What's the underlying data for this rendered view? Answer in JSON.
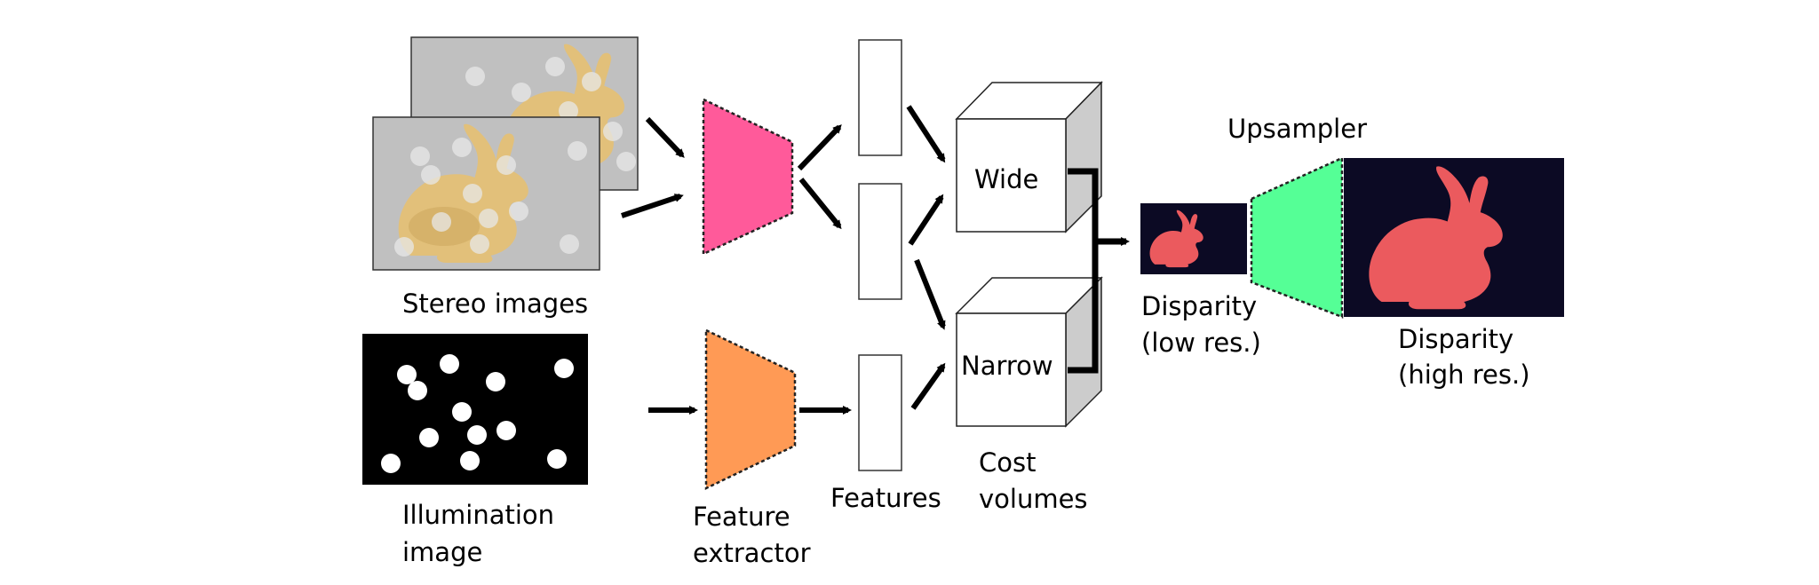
{
  "labels": {
    "stereo_images": "Stereo images",
    "illumination_line1": "Illumination",
    "illumination_line2": "image",
    "feature_extractor_line1": "Feature",
    "feature_extractor_line2": "extractor",
    "features": "Features",
    "cost_volumes_line1": "Cost",
    "cost_volumes_line2": "volumes",
    "wide": "Wide",
    "narrow": "Narrow",
    "upsampler": "Upsampler",
    "disparity_low_line1": "Disparity",
    "disparity_low_line2": "(low res.)",
    "disparity_high_line1": "Disparity",
    "disparity_high_line2": "(high res.)"
  },
  "colors": {
    "stereo_background": "#c0c0c0",
    "bunny_fill": "#e2c07a",
    "bunny_shadow": "#c9a35a",
    "dot_overlay": "#e8e8e8",
    "illumination_background": "#000000",
    "illumination_dot": "#ffffff",
    "extractor_top": "#ff5a9a",
    "extractor_bottom": "#ff9a55",
    "upsampler": "#55ff96",
    "disparity_background": "#0c0a24",
    "disparity_bunny": "#eb5a5e",
    "cube_face": "#ffffff",
    "cube_side": "#cccccc",
    "arrow": "#000000"
  },
  "icons": {
    "stereo": "bunny-stereo-pair",
    "illumination": "dot-pattern",
    "disparity": "bunny-silhouette"
  }
}
